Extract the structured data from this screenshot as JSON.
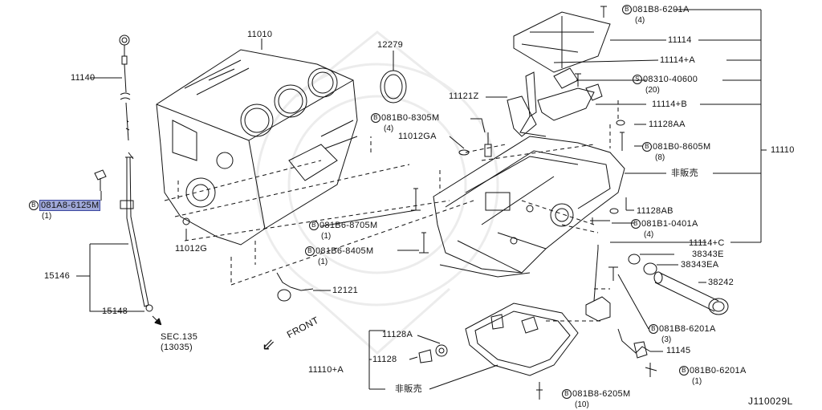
{
  "drawing_id": "J110029L",
  "callouts": {
    "p11140": "11140",
    "p11010": "11010",
    "p12279": "12279",
    "b81A8_6125M": "081A8-6125M",
    "b81A8_6125M_qty": "(1)",
    "p15146": "15146",
    "p15148": "15148",
    "sec_ref": "SEC.135",
    "sec_ref_sub": "(13035)",
    "p11012G": "11012G",
    "p12121": "12121",
    "b81B6_8705M": "081B6-8705M",
    "b81B6_8705M_qty": "(1)",
    "b81B6_8405M": "081B6-8405M",
    "b81B6_8405M_qty": "(1)",
    "front": "FRONT",
    "p11121Z": "11121Z",
    "b81B0_8305M": "081B0-8305M",
    "b81B0_8305M_qty": "(4)",
    "p11012GA": "11012GA",
    "b81B8_6201A_top": "081B8-6201A",
    "b81B8_6201A_top_qty": "(4)",
    "p11114": "11114",
    "p11114A": "11114+A",
    "s08310_40600": "08310-40600",
    "s08310_40600_qty": "(20)",
    "p11114B": "11114+B",
    "p11128AA": "11128AA",
    "b81B0_8605M": "081B0-8605M",
    "b81B0_8605M_qty": "(8)",
    "p11110": "11110",
    "not_sold_1": "非販売",
    "p11128AB": "11128AB",
    "b81B1_0401A": "081B1-0401A",
    "b81B1_0401A_qty": "(4)",
    "p11114C": "11114+C",
    "p38343E": "38343E",
    "p38343EA": "38343EA",
    "p38242": "38242",
    "b81B8_6201A_mid": "081B8-6201A",
    "b81B8_6201A_mid_qty": "(3)",
    "p11145": "11145",
    "b81B0_6201A": "081B0-6201A",
    "b81B0_6201A_qty": "(1)",
    "p11128A": "11128A",
    "p11128": "11128",
    "p11110A": "11110+A",
    "not_sold_2": "非販売",
    "b81B8_6205M": "081B8-6205M",
    "b81B8_6205M_qty": "(10)"
  },
  "symbols": {
    "bolt_prefix": "B",
    "screw_prefix": "S"
  },
  "colors": {
    "line": "#111111",
    "highlight_fill": "#9fa8d8",
    "highlight_border": "#3a46a0"
  }
}
